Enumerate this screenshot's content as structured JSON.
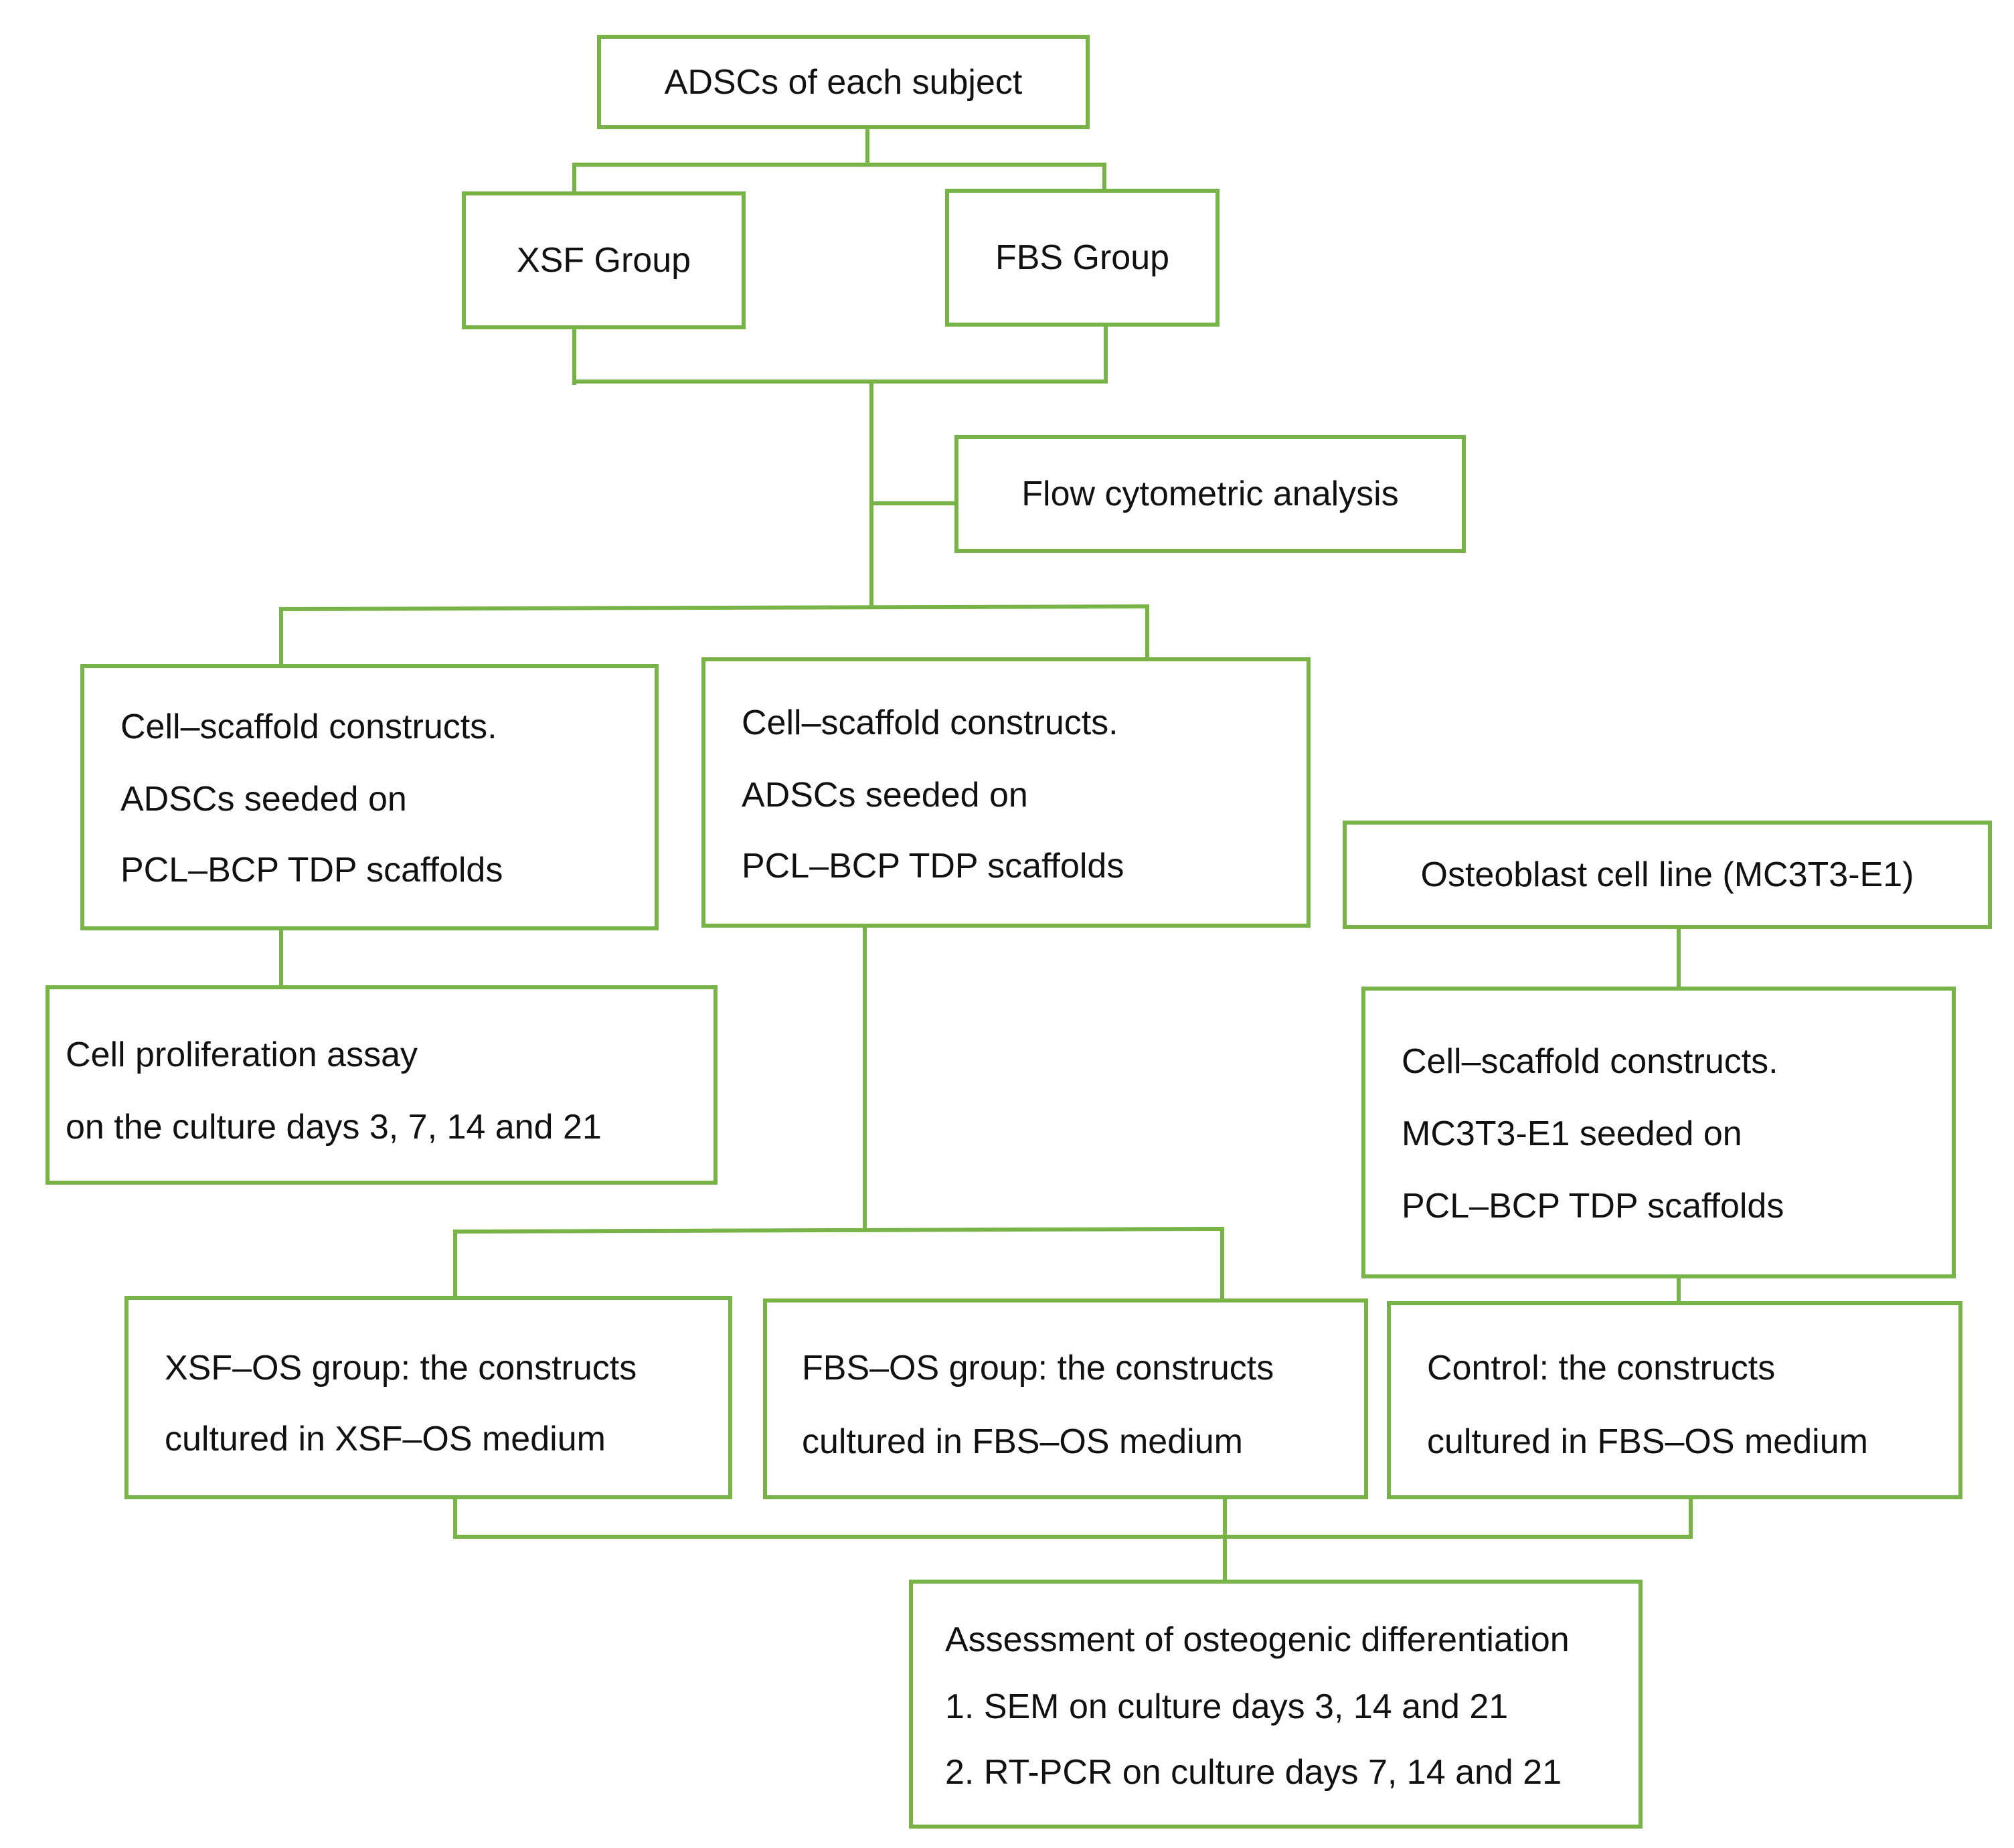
{
  "colors": {
    "accent": "#77b347",
    "text": "#111111",
    "background": "#ffffff"
  },
  "nodes": {
    "adscs": {
      "label": "ADSCs of each subject"
    },
    "xsf_group": {
      "label": "XSF Group"
    },
    "fbs_group": {
      "label": "FBS Group"
    },
    "flow_cytometry": {
      "label": "Flow cytometric analysis"
    },
    "constructs_left": {
      "lines": [
        "Cell–scaffold constructs.",
        "ADSCs seeded on",
        "PCL–BCP TDP scaffolds"
      ]
    },
    "constructs_middle": {
      "lines": [
        "Cell–scaffold constructs.",
        "ADSCs seeded on",
        "PCL–BCP TDP scaffolds"
      ]
    },
    "osteoblast_line": {
      "label": "Osteoblast cell line (MC3T3-E1)"
    },
    "proliferation": {
      "lines": [
        "Cell proliferation assay",
        "on the culture days 3, 7, 14 and 21"
      ]
    },
    "constructs_mc3t3": {
      "lines": [
        "Cell–scaffold constructs.",
        "MC3T3-E1 seeded on",
        "PCL–BCP TDP scaffolds"
      ]
    },
    "xsf_os": {
      "lines": [
        "XSF–OS group: the constructs",
        "cultured in XSF–OS medium"
      ]
    },
    "fbs_os": {
      "lines": [
        "FBS–OS group: the constructs",
        "cultured in FBS–OS medium"
      ]
    },
    "control": {
      "lines": [
        "Control: the constructs",
        "cultured in FBS–OS medium"
      ]
    },
    "assessment": {
      "lines": [
        "Assessment of osteogenic differentiation",
        "1. SEM on culture days 3, 14 and 21",
        "2. RT-PCR on culture days 7, 14 and 21"
      ]
    }
  }
}
